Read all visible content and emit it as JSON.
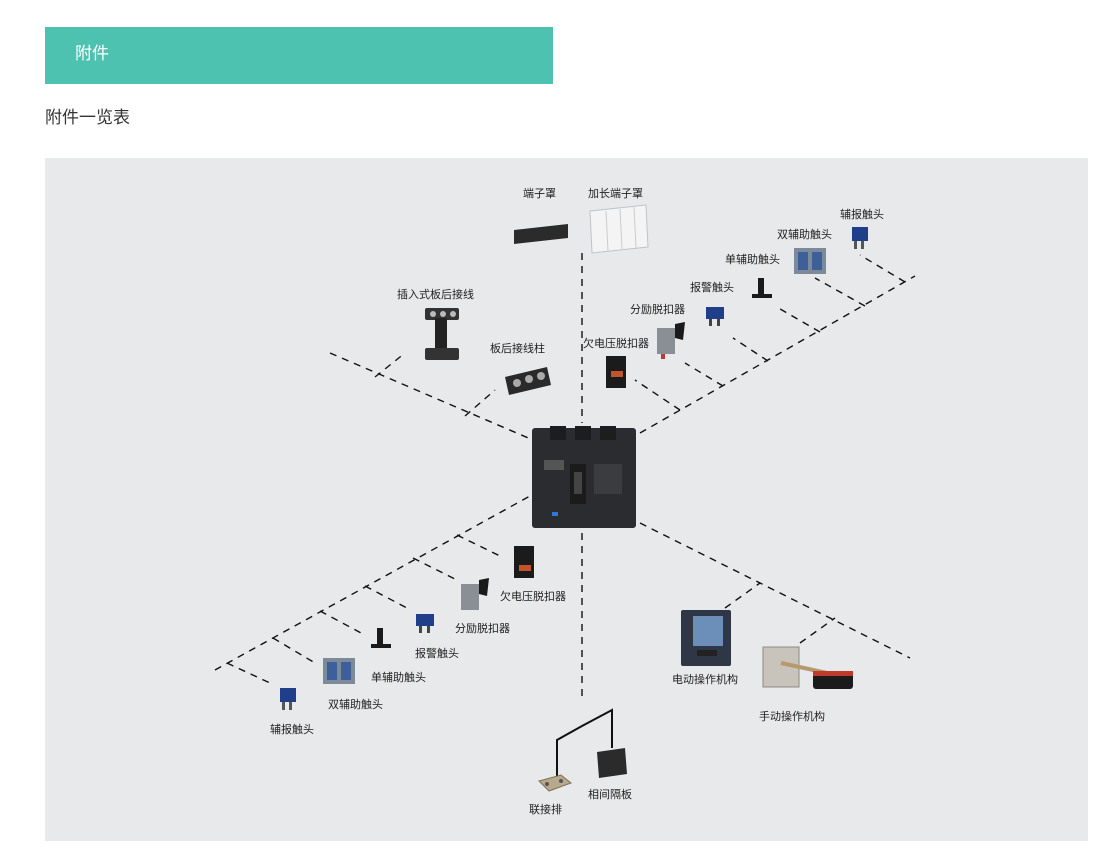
{
  "section": {
    "title": "附件"
  },
  "subtitle": "附件一览表",
  "labels": {
    "terminal_cover": "端子罩",
    "extended_terminal_cover": "加长端子罩",
    "plugin_rear_wiring": "插入式板后接线",
    "rear_terminal_post": "板后接线柱",
    "aux_alarm_contact_r": "辅报触头",
    "double_aux_contact_r": "双辅助触头",
    "single_aux_contact_r": "单辅助触头",
    "alarm_contact_r": "报警触头",
    "shunt_release_r": "分励脱扣器",
    "undervoltage_release_r": "欠电压脱扣器",
    "undervoltage_release_l": "欠电压脱扣器",
    "shunt_release_l": "分励脱扣器",
    "alarm_contact_l": "报警触头",
    "single_aux_contact_l": "单辅助触头",
    "double_aux_contact_l": "双辅助触头",
    "aux_alarm_contact_l": "辅报触头",
    "motor_operator": "电动操作机构",
    "manual_operator": "手动操作机构",
    "connecting_bar": "联接排",
    "phase_barrier": "相间隔板"
  }
}
